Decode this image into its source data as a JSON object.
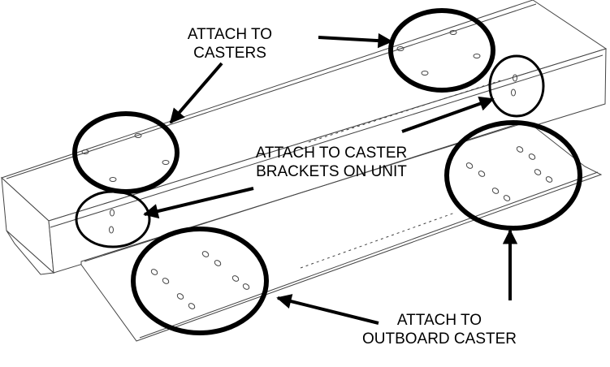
{
  "annotations": {
    "attach_casters": {
      "line1": "ATTACH TO",
      "line2": "CASTERS"
    },
    "attach_brackets": {
      "line1": "ATTACH TO CASTER",
      "line2": "BRACKETS ON UNIT"
    },
    "attach_outboard": {
      "line1": "ATTACH TO",
      "line2": "OUTBOARD CASTER"
    }
  },
  "colors": {
    "ink": "#000000",
    "drawing_line": "#444444",
    "background": "#ffffff"
  },
  "icons": [
    "arrow-icon"
  ]
}
